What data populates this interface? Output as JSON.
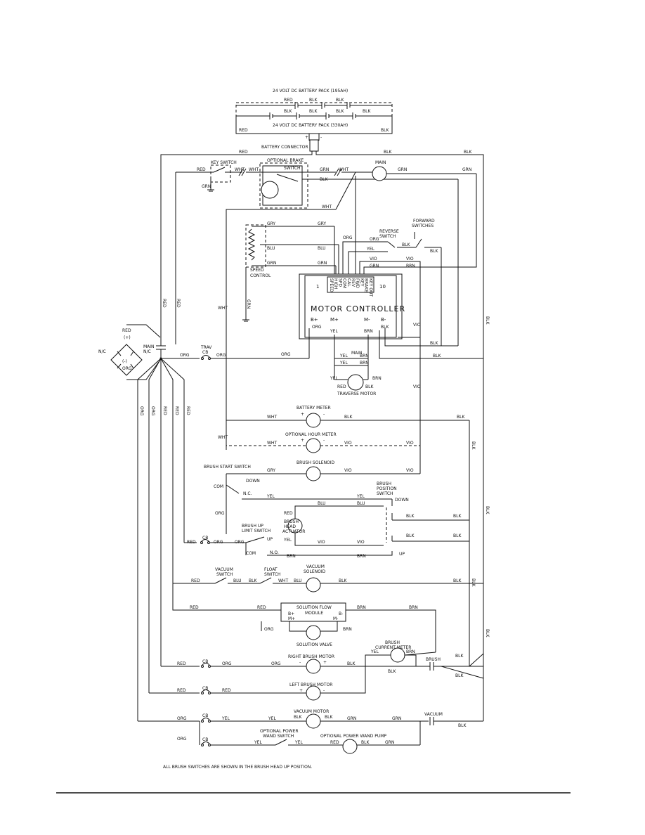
{
  "battery": {
    "pack_195": "24 VOLT DC BATTERY PACK (195AH)",
    "pack_330": "24 VOLT DC BATTERY PACK (330AH)",
    "connector": "BATTERY CONNECTOR",
    "plus": "+",
    "minus": "-"
  },
  "components": {
    "key_switch": "KEY SWITCH",
    "optional_brake": "OPTIONAL BRAKE",
    "brake_switch": "SWITCH",
    "main": "MAIN",
    "reverse_switch": [
      "REVERSE",
      "SWITCH"
    ],
    "forward_switches": [
      "FORWARD",
      "SWITCHES"
    ],
    "speed_control": [
      "SPEED",
      "CONTROL"
    ],
    "motor_controller": "MOTOR CONTROLLER",
    "traverse_motor": "TRAVERSE MOTOR",
    "battery_meter": "BATTERY METER",
    "optional_hour_meter": "OPTIONAL HOUR METER",
    "brush_solenoid": "BRUSH SOLENOID",
    "brush_start_switch": "BRUSH START SWITCH",
    "brush_position_switch": [
      "BRUSH",
      "POSITION",
      "SWITCH"
    ],
    "brush_head_actuator": [
      "BRUSH",
      "HEAD",
      "ACTUATOR"
    ],
    "brush_up_limit_switch": [
      "BRUSH UP",
      "LIMIT SWITCH"
    ],
    "vacuum_switch": [
      "VACUUM",
      "SWITCH"
    ],
    "float_switch": [
      "FLOAT",
      "SWITCH"
    ],
    "vacuum_solenoid": [
      "VACUUM",
      "SOLENOID"
    ],
    "solution_flow_module": [
      "SOLUTION FLOW",
      "MODULE"
    ],
    "solution_valve": "SOLUTION VALVE",
    "brush_current_meter": [
      "BRUSH",
      "CURRENT METER"
    ],
    "right_brush_motor": "RIGHT BRUSH MOTOR",
    "left_brush_motor": "LEFT BRUSH MOTOR",
    "vacuum_motor": "VACUUM MOTOR",
    "optional_power_wand_switch": [
      "OPTIONAL POWER",
      "WAND SWITCH"
    ],
    "optional_power_wand_pump": "OPTIONAL POWER WAND PUMP",
    "brush": "BRUSH",
    "vacuum": "VACUUM",
    "trav_cb": [
      "TRAV",
      "CB"
    ],
    "cb": "CB"
  },
  "terminals": {
    "b_plus": "B+",
    "b_minus": "B-",
    "m_plus": "M+",
    "m_minus": "M-",
    "pin_1": "1",
    "pin_10": "10",
    "pins": [
      "SPEED",
      "HIGH",
      "SPD",
      "COM",
      "CAL",
      "REV",
      "FWD",
      "KEY",
      "BRAKE",
      "KEY OUT"
    ],
    "n_c": "N.C.",
    "n_o": "N.O.",
    "com": "COM",
    "down": "DOWN",
    "up": "UP",
    "bridge_in": "N/C",
    "bridge_pos": "(+)",
    "bridge_neg": "(-)"
  },
  "wire_colors": {
    "red": "RED",
    "blk": "BLK",
    "grn": "GRN",
    "wht": "WHT",
    "gry": "GRY",
    "blu": "BLU",
    "org": "ORG",
    "yel": "YEL",
    "vio": "VIO",
    "brn": "BRN"
  },
  "footnote": "ALL BRUSH SWITCHES ARE SHOWN IN THE BRUSH HEAD UP POSITION."
}
